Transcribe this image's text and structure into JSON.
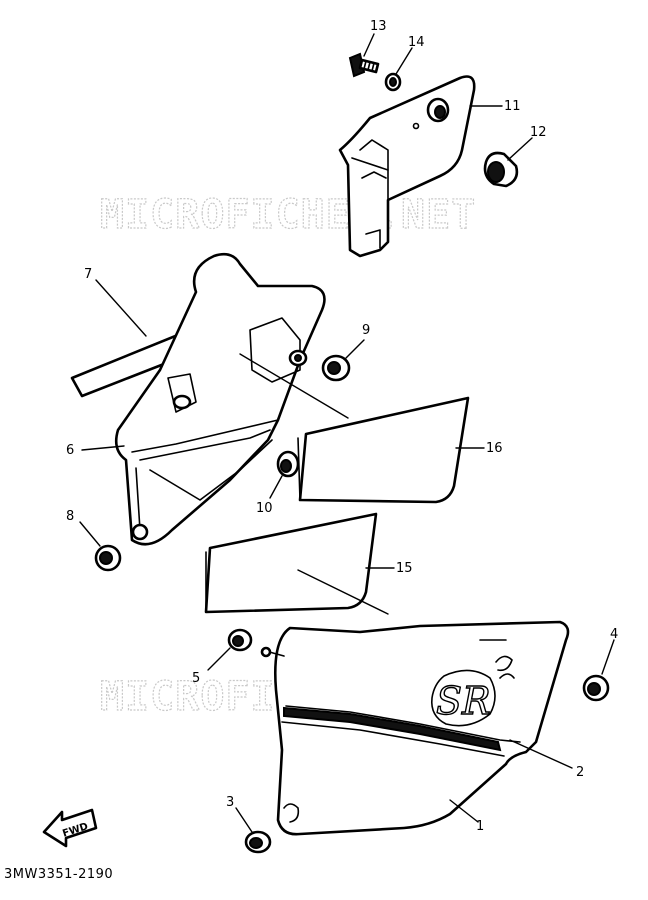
{
  "watermark": "MICROFICHES.NET",
  "diagram_code": "3MW3351-2190",
  "fwd_label": "FWD",
  "emblem_text": "SR",
  "callouts": [
    "1",
    "2",
    "3",
    "4",
    "5",
    "6",
    "7",
    "8",
    "9",
    "10",
    "11",
    "12",
    "13",
    "14",
    "15",
    "16"
  ]
}
